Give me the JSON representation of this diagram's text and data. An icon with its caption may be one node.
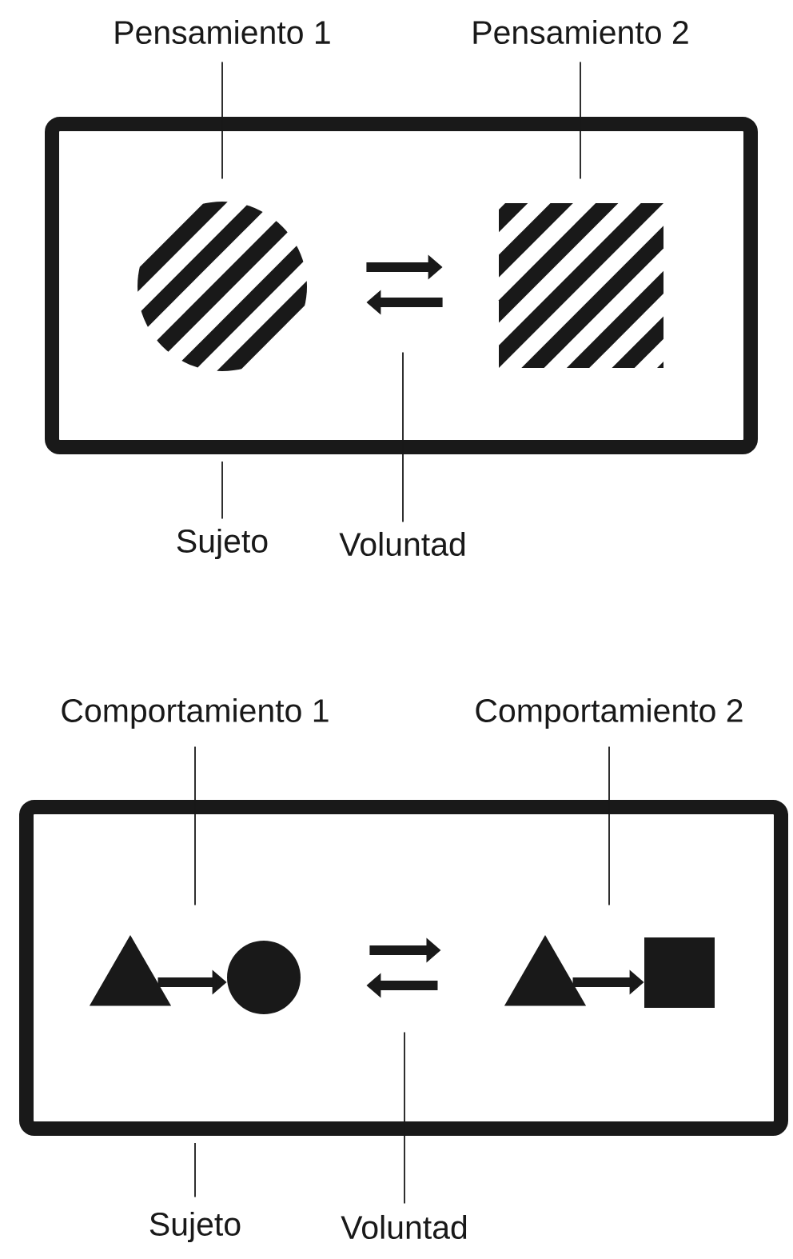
{
  "diagram": {
    "nodes": [
      {
        "text": [
          "Pensamiento 1"
        ]
      },
      {
        "text": [
          "Pensamiento 2"
        ]
      },
      {
        "text": [],
        "shape": "box"
      },
      {
        "text": [],
        "shape": "circle",
        "in": 2
      },
      {
        "text": [],
        "shape": "box",
        "in": 2
      },
      {
        "text": [
          "Sujeto"
        ]
      },
      {
        "text": [
          "Voluntad"
        ]
      },
      {
        "text": [
          "Comportamiento 1"
        ]
      },
      {
        "text": [
          "Comportamiento 2"
        ]
      },
      {
        "text": [],
        "shape": "box"
      },
      {
        "text": [],
        "shape": "triangle",
        "in": 9
      },
      {
        "text": [],
        "shape": "circle",
        "in": 9
      },
      {
        "text": [],
        "shape": "triangle",
        "in": 9
      },
      {
        "text": [],
        "shape": "box",
        "in": 9
      },
      {
        "text": [
          "Sujeto"
        ]
      },
      {
        "text": [
          "Voluntad"
        ]
      }
    ],
    "edges": [
      {
        "from": 0,
        "to": 3,
        "arrow": "none"
      },
      {
        "from": 1,
        "to": 4,
        "arrow": "none"
      },
      {
        "from": 3,
        "to": 4,
        "arrow": "to",
        "style": "thick"
      },
      {
        "from": 4,
        "to": 3,
        "arrow": "to",
        "style": "thick"
      },
      {
        "from": 5,
        "to": 2,
        "arrow": "none"
      },
      {
        "from": 6,
        "to": null,
        "arrow": "none"
      },
      {
        "from": 10,
        "to": 11,
        "arrow": "to",
        "style": "thick"
      },
      {
        "from": 12,
        "to": 13,
        "arrow": "to",
        "style": "thick"
      },
      {
        "from": 11,
        "to": 12,
        "arrow": "to",
        "style": "thick"
      },
      {
        "from": 12,
        "to": 11,
        "arrow": "to",
        "style": "thick"
      },
      {
        "from": 7,
        "to": null,
        "arrow": "none"
      },
      {
        "from": 8,
        "to": null,
        "arrow": "none"
      },
      {
        "from": 14,
        "to": 9,
        "arrow": "none"
      },
      {
        "from": 15,
        "to": null,
        "arrow": "none"
      }
    ]
  }
}
